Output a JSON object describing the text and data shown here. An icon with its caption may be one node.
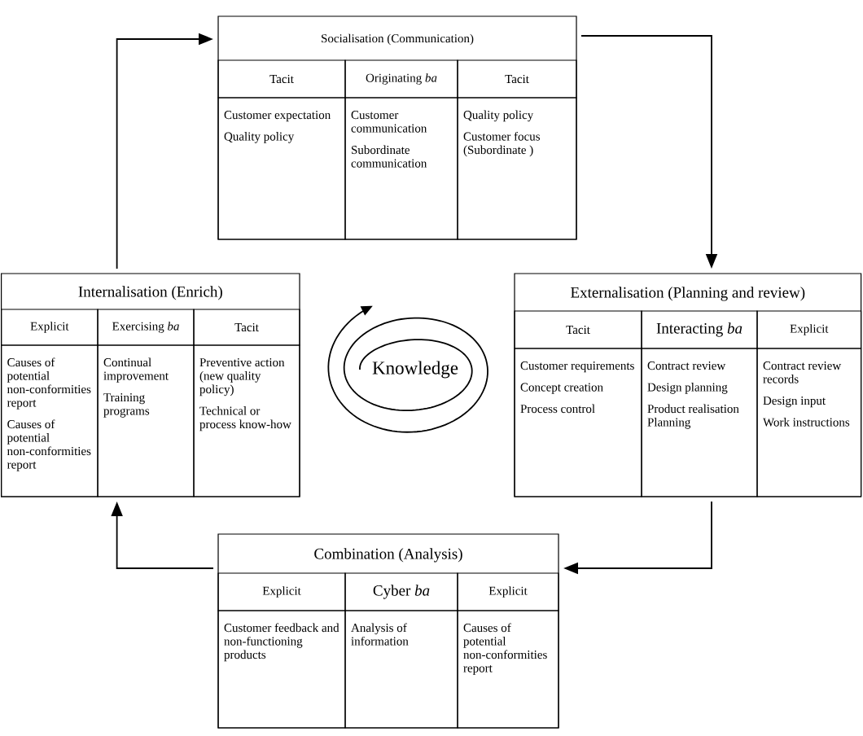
{
  "diagram": {
    "nodes": [
      {
        "text": [
          "Socialisation (Communication)"
        ]
      },
      {
        "text": [
          "Tacit"
        ],
        "in": 0
      },
      {
        "text": [
          "Originating *ba*"
        ],
        "in": 0
      },
      {
        "text": [
          "Tacit"
        ],
        "in": 0
      },
      {
        "text": [
          "Customer expectation",
          "Quality policy"
        ],
        "in": 0
      },
      {
        "text": [
          "Customer communication",
          "Subordinate communication"
        ],
        "in": 0
      },
      {
        "text": [
          "Quality policy",
          "Customer focus (Subordinate )"
        ],
        "in": 0
      },
      {
        "text": [
          "Internalisation (Enrich)"
        ]
      },
      {
        "text": [
          "Explicit"
        ],
        "in": 7
      },
      {
        "text": [
          "Exercising *ba*"
        ],
        "in": 7
      },
      {
        "text": [
          "Tacit"
        ],
        "in": 7
      },
      {
        "text": [
          "Causes of potential non-conformities report",
          "Causes of potential non-conformities report"
        ],
        "in": 7
      },
      {
        "text": [
          "Continual improvement",
          "Training programs"
        ],
        "in": 7
      },
      {
        "text": [
          "Preventive action (new quality policy)",
          "Technical or process know-how"
        ],
        "in": 7
      },
      {
        "text": [
          "Externalisation (Planning and review)"
        ]
      },
      {
        "text": [
          "Tacit"
        ],
        "in": 14
      },
      {
        "text": [
          "Interacting *ba*"
        ],
        "in": 14
      },
      {
        "text": [
          "Explicit"
        ],
        "in": 14
      },
      {
        "text": [
          "Customer requirements",
          "Concept creation",
          "Process control"
        ],
        "in": 14
      },
      {
        "text": [
          "Contract review",
          "Design planning",
          "Product realisation Planning"
        ],
        "in": 14
      },
      {
        "text": [
          "Contract review records",
          "Design input",
          "Work instructions"
        ],
        "in": 14
      },
      {
        "text": [
          "Combination (Analysis)"
        ]
      },
      {
        "text": [
          "Explicit"
        ],
        "in": 21
      },
      {
        "text": [
          "Cyber *ba*"
        ],
        "in": 21
      },
      {
        "text": [
          "Explicit"
        ],
        "in": 21
      },
      {
        "text": [
          "Customer feedback and non-functioning products"
        ],
        "in": 21
      },
      {
        "text": [
          "Analysis of information"
        ],
        "in": 21
      },
      {
        "text": [
          "Causes of potential non-conformities report"
        ],
        "in": 21
      }
    ],
    "edges": [
      {
        "from": 0,
        "to": 14,
        "arrow": "to"
      },
      {
        "from": 14,
        "to": 21,
        "arrow": "to"
      },
      {
        "from": 21,
        "to": 7,
        "arrow": "to"
      },
      {
        "from": 7,
        "to": 0,
        "arrow": "to"
      }
    ],
    "labels": [
      "Knowledge"
    ]
  }
}
